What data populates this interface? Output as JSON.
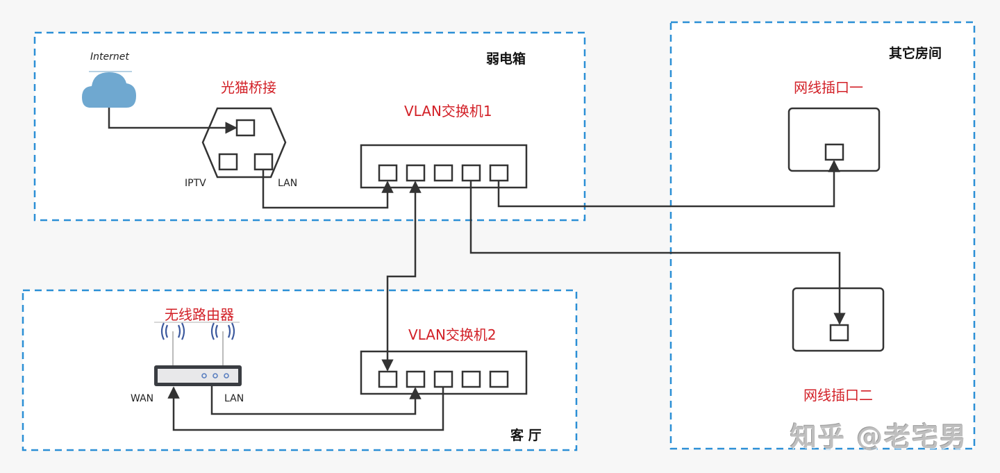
{
  "zones": {
    "weak_box": "弱电箱",
    "other_rooms": "其它房间",
    "living_room": "客 厅"
  },
  "devices": {
    "internet": "Internet",
    "modem": "光猫桥接",
    "modem_ports": {
      "iptv": "IPTV",
      "lan": "LAN"
    },
    "switch1": "VLAN交换机1",
    "switch2": "VLAN交换机2",
    "router": "无线路由器",
    "router_ports": {
      "wan": "WAN",
      "lan": "LAN"
    },
    "outlet1": "网线插口一",
    "outlet2": "网线插口二"
  },
  "watermark": "知乎 @老宅男",
  "colors": {
    "zone_border": "#2b8fd6",
    "device_label": "#d21f26",
    "line": "#333333",
    "cloud": "#6fa8d0",
    "wifi": "#3d5a9e"
  }
}
